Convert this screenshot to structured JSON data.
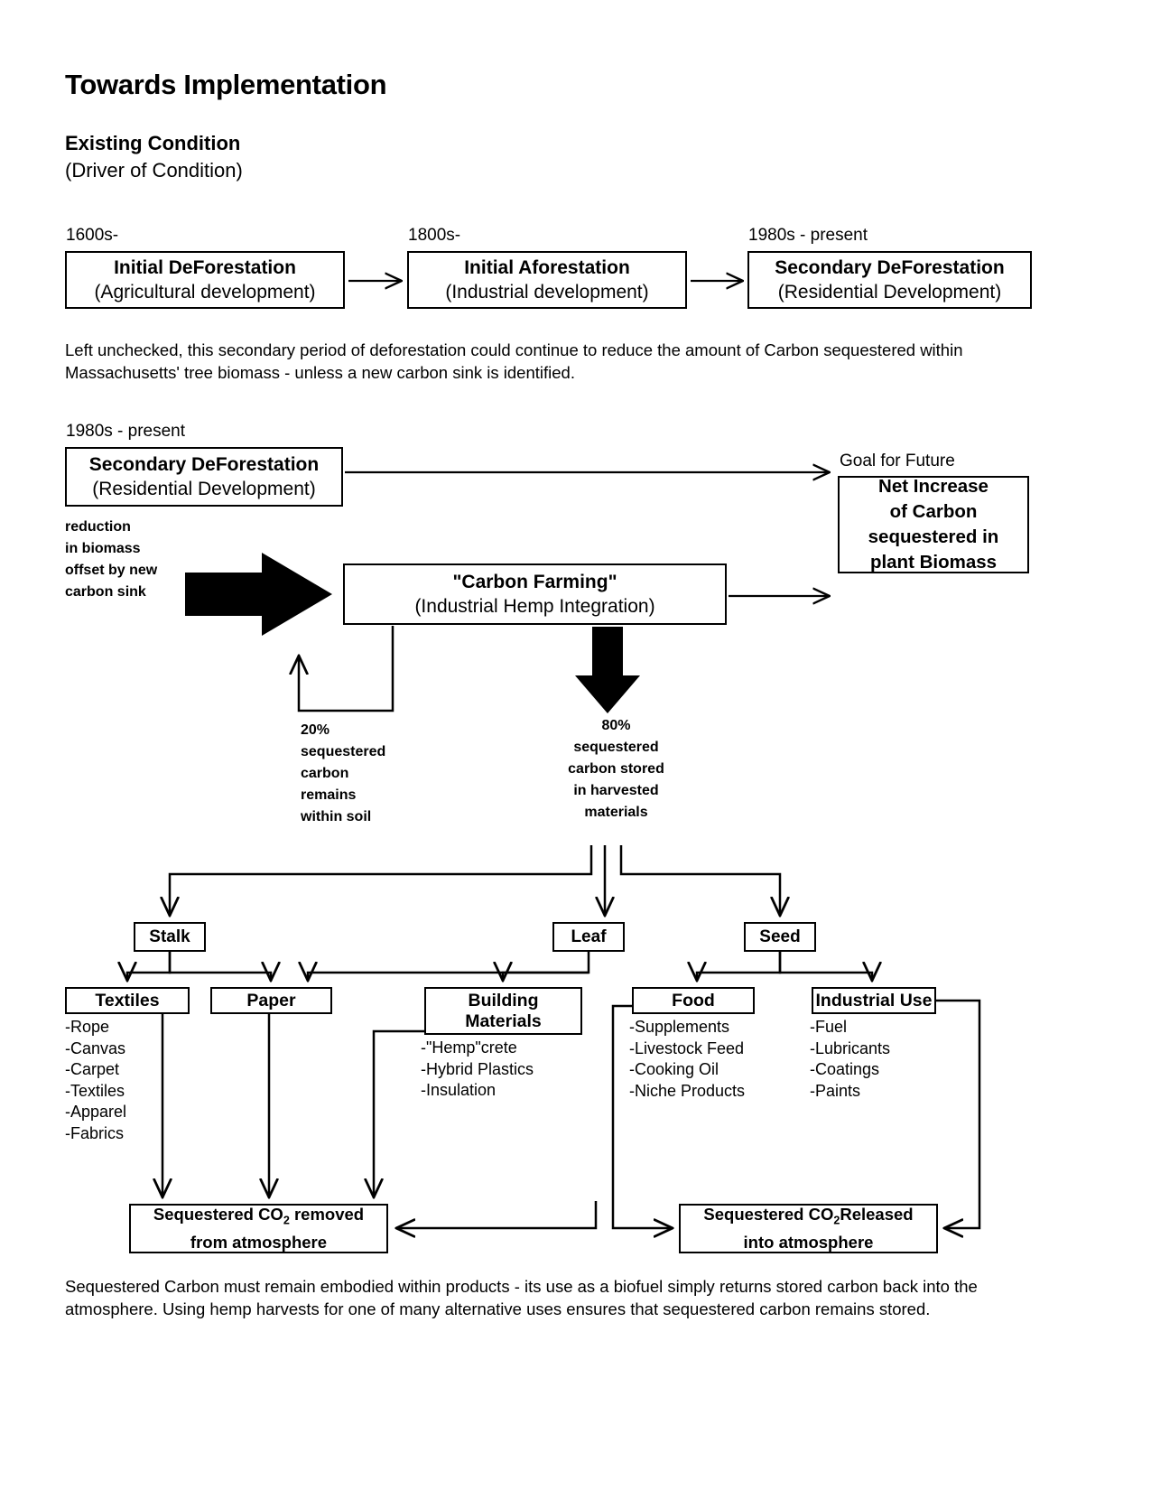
{
  "title": "Towards Implementation",
  "section1": {
    "heading": "Existing Condition",
    "subheading": "(Driver of Condition)",
    "timeline": [
      {
        "era": "1600s-",
        "title": "Initial DeForestation",
        "sub": "(Agricultural development)"
      },
      {
        "era": "1800s-",
        "title": "Initial Aforestation",
        "sub": "(Industrial development)"
      },
      {
        "era": "1980s - present",
        "title": "Secondary DeForestation",
        "sub": "(Residential Development)"
      }
    ],
    "note": "Left unchecked, this secondary period of deforestation could continue to reduce the amount of Carbon sequestered within Massachusetts' tree biomass - unless a new carbon sink is identified."
  },
  "section2": {
    "era": "1980s - present",
    "source_box": {
      "title": "Secondary DeForestation",
      "sub": "(Residential Development)"
    },
    "arrow_label": "reduction\nin biomass\noffset by new\ncarbon sink",
    "arrow_label_lines": [
      "reduction",
      "in biomass",
      "offset by new",
      "carbon sink"
    ],
    "carbon_farming": {
      "title": "\"Carbon Farming\"",
      "sub": "(Industrial Hemp Integration)"
    },
    "goal_caption": "Goal for Future",
    "goal_box": {
      "line1": "Net Increase",
      "line2": "of Carbon",
      "line3": "sequestered in",
      "line4": "plant Biomass"
    },
    "split_left_lines": [
      "20%",
      "sequestered",
      "carbon",
      "remains",
      "within soil"
    ],
    "split_right_lines": [
      "80%",
      "sequestered",
      "carbon stored",
      "in harvested",
      "materials"
    ]
  },
  "parts": [
    {
      "name": "Stalk"
    },
    {
      "name": "Leaf"
    },
    {
      "name": "Seed"
    }
  ],
  "products": [
    {
      "name": "Textiles",
      "items": [
        "-Rope",
        "-Canvas",
        "-Carpet",
        "-Textiles",
        "-Apparel",
        "-Fabrics"
      ]
    },
    {
      "name": "Paper",
      "items": []
    },
    {
      "name": "Building\nMaterials",
      "line1": "Building",
      "line2": "Materials",
      "items": [
        "-\"Hemp\"crete",
        "-Hybrid Plastics",
        "-Insulation"
      ]
    },
    {
      "name": "Food",
      "items": [
        "-Supplements",
        "-Livestock Feed",
        "-Cooking Oil",
        "-Niche Products"
      ]
    },
    {
      "name": "Industrial Use",
      "items": [
        "-Fuel",
        "-Lubricants",
        "-Coatings",
        "-Paints"
      ]
    }
  ],
  "outcomes": {
    "removed": {
      "line1_a": "Sequestered CO",
      "line1_sub": "2",
      "line1_b": " removed",
      "line2": "from atmosphere"
    },
    "released": {
      "line1_a": "Sequestered CO",
      "line1_sub": "2",
      "line1_b": "Released",
      "line2": "into atmosphere"
    }
  },
  "footer": "Sequestered Carbon must remain embodied within products - its use as a biofuel simply returns stored carbon back into the atmosphere. Using hemp harvests for one of many alternative uses ensures that sequestered carbon remains stored."
}
